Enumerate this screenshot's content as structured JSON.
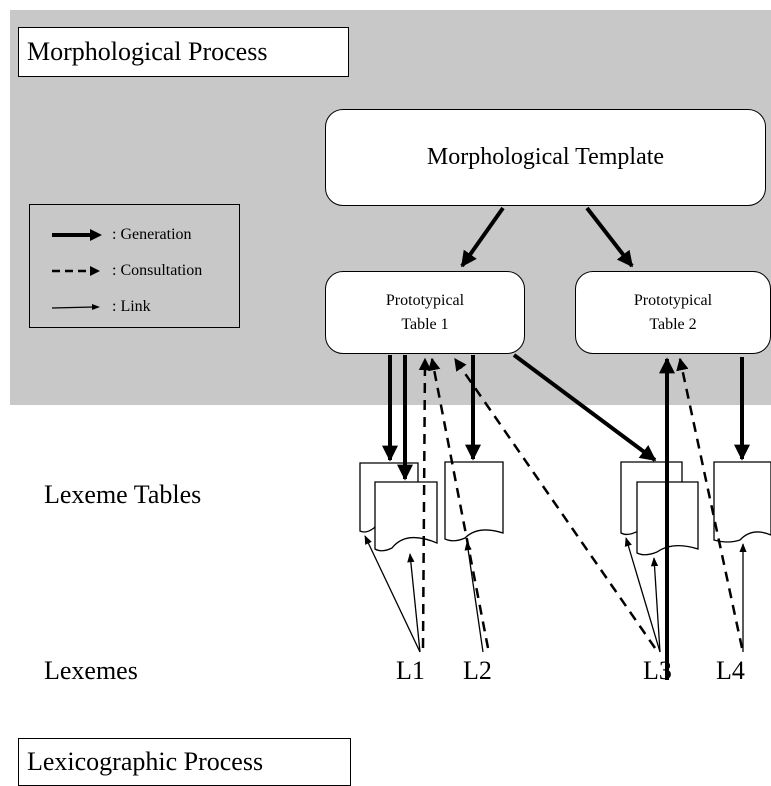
{
  "processes": {
    "morphological": "Morphological Process",
    "lexicographic": "Lexicographic Process"
  },
  "legend": {
    "generation": ": Generation",
    "consultation": ": Consultation",
    "link": ": Link"
  },
  "nodes": {
    "template": "Morphological Template",
    "proto1_line1": "Prototypical",
    "proto1_line2": "Table 1",
    "proto2_line1": "Prototypical",
    "proto2_line2": "Table 2"
  },
  "rows": {
    "lexeme_tables": "Lexeme Tables",
    "lexemes": "Lexemes"
  },
  "lexemes": [
    "L1",
    "L2",
    "L3",
    "L4"
  ],
  "colors": {
    "band": "#c8c8c8",
    "ink": "#000000"
  }
}
